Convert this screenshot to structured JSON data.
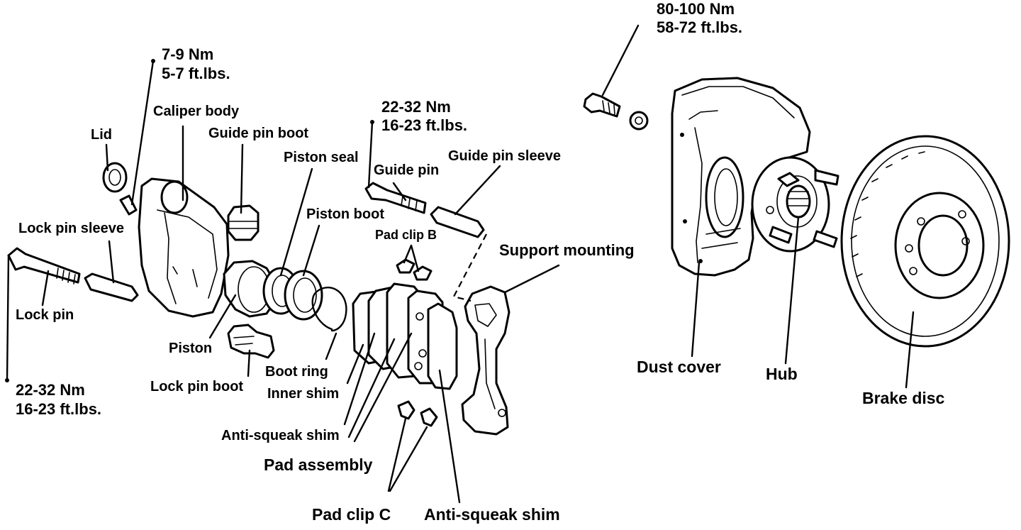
{
  "labels": {
    "torque_top_right_nm": "80-100 Nm",
    "torque_top_right_ft": "58-72 ft.lbs.",
    "torque_lid_nm": "7-9 Nm",
    "torque_lid_ft": "5-7 ft.lbs.",
    "caliper_body": "Caliper body",
    "lid": "Lid",
    "guide_pin_boot": "Guide pin boot",
    "piston_seal": "Piston seal",
    "torque_guide_pin_nm": "22-32 Nm",
    "torque_guide_pin_ft": "16-23 ft.lbs.",
    "guide_pin": "Guide pin",
    "guide_pin_sleeve": "Guide pin sleeve",
    "piston_boot": "Piston boot",
    "lock_pin_sleeve": "Lock pin sleeve",
    "pad_clip_b": "Pad clip B",
    "support_mounting": "Support mounting",
    "lock_pin": "Lock pin",
    "piston": "Piston",
    "boot_ring": "Boot ring",
    "lock_pin_boot": "Lock pin boot",
    "inner_shim": "Inner shim",
    "torque_lock_pin_nm": "22-32 Nm",
    "torque_lock_pin_ft": "16-23 ft.lbs.",
    "anti_squeak_shim_inner": "Anti-squeak shim",
    "pad_assembly": "Pad assembly",
    "pad_clip_c": "Pad clip C",
    "anti_squeak_shim_outer": "Anti-squeak shim",
    "dust_cover": "Dust cover",
    "hub": "Hub",
    "brake_disc": "Brake disc"
  }
}
